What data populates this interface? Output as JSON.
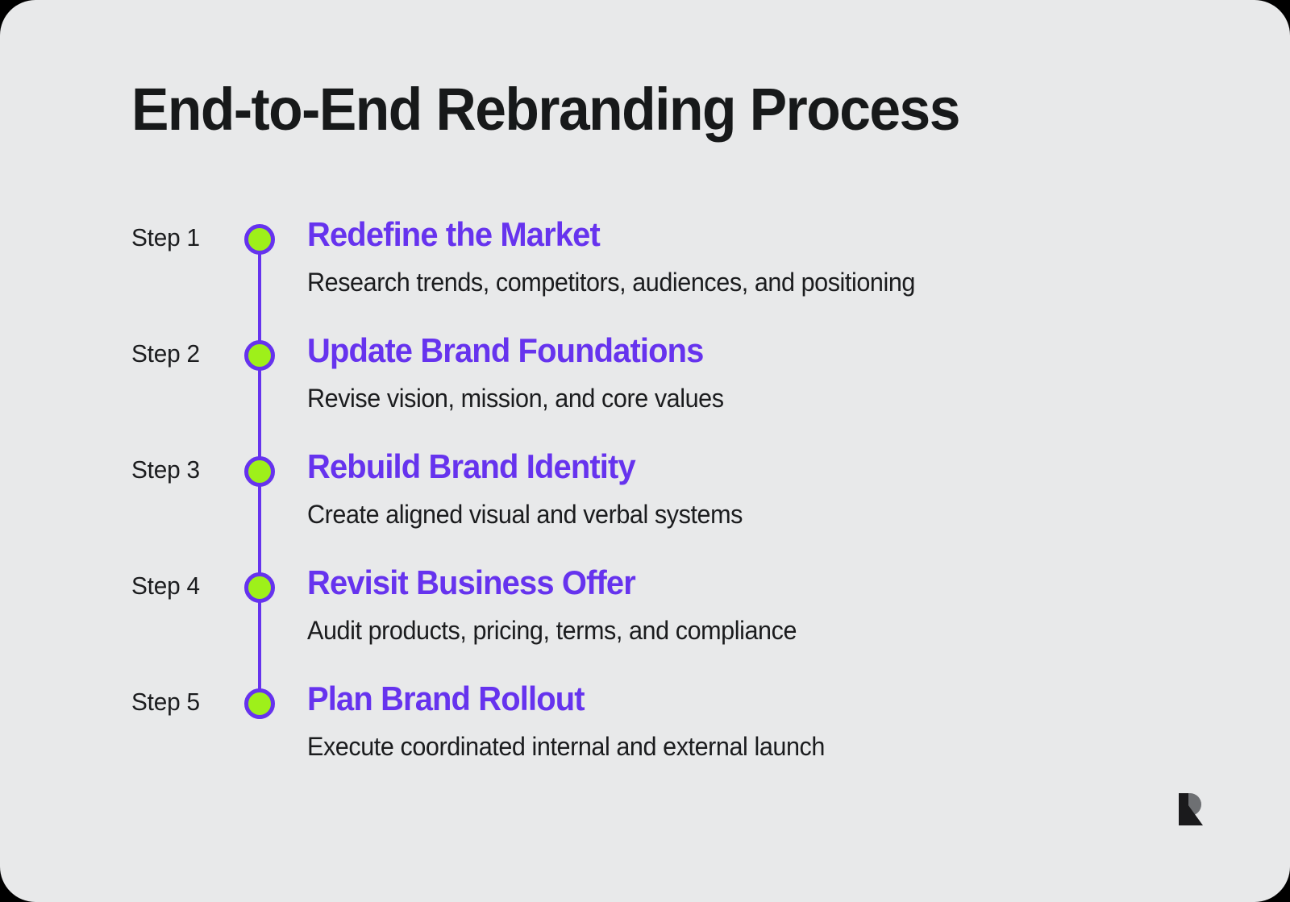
{
  "page": {
    "title": "End-to-End Rebranding Process",
    "background_color": "#e8e9ea",
    "outside_color": "#000000"
  },
  "colors": {
    "accent_purple": "#6633ee",
    "dot_green": "#9ef01a",
    "text_dark": "#1b1c1e",
    "title_dark": "#17191a",
    "logo_dark": "#1a1a1c",
    "logo_gray": "#6e7073"
  },
  "timeline": {
    "steps": [
      {
        "label": "Step 1",
        "title": "Redefine the Market",
        "description": "Research trends, competitors, audiences, and positioning"
      },
      {
        "label": "Step 2",
        "title": "Update Brand Foundations",
        "description": "Revise vision, mission, and core values"
      },
      {
        "label": "Step 3",
        "title": "Rebuild Brand Identity",
        "description": "Create aligned visual and verbal systems"
      },
      {
        "label": "Step 4",
        "title": "Revisit Business Offer",
        "description": "Audit products, pricing, terms, and compliance"
      },
      {
        "label": "Step 5",
        "title": "Plan Brand Rollout",
        "description": "Execute coordinated internal and external launch"
      }
    ]
  },
  "branding": {
    "logo_name": "r-logo"
  }
}
